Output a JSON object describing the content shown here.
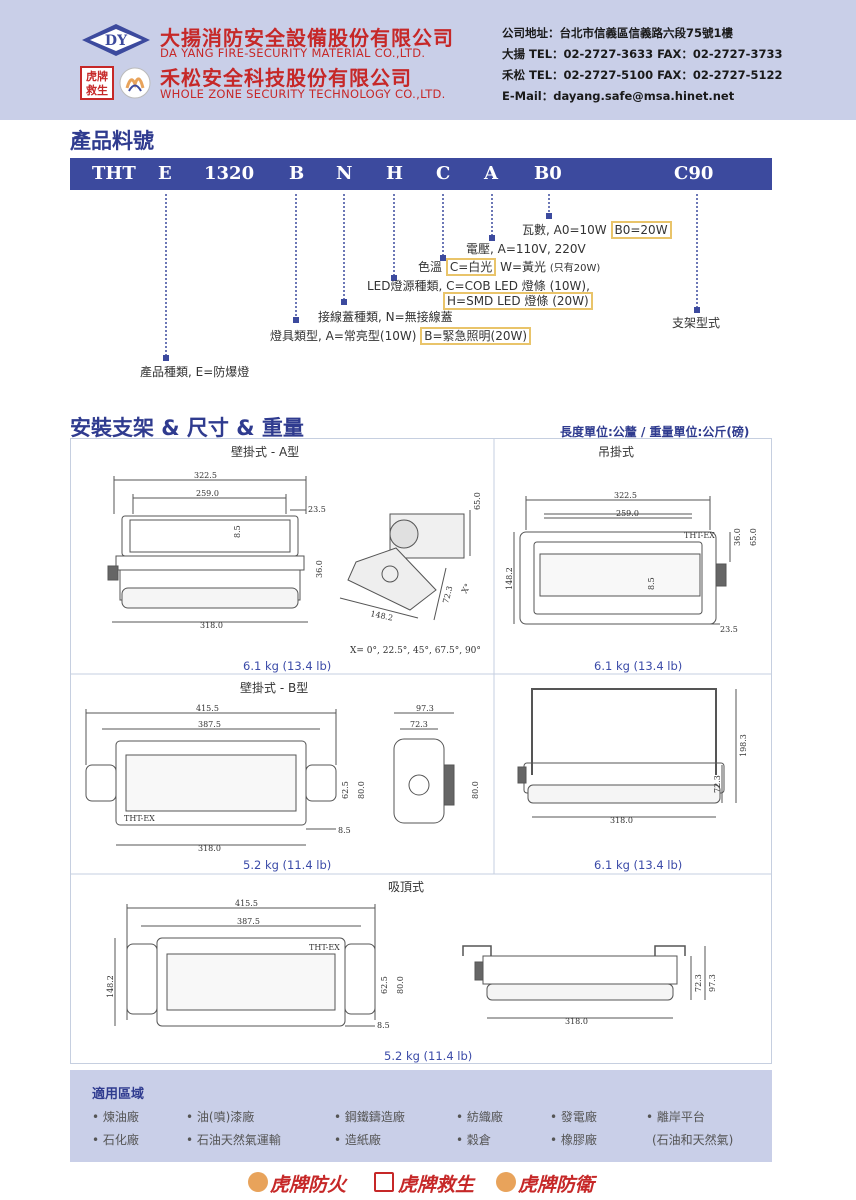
{
  "header": {
    "company1_cn": "大揚消防安全設備股份有限公司",
    "company1_en": "DA YANG FIRE-SECURITY MATERIAL CO.,LTD.",
    "company2_cn": "禾松安全科技股份有限公司",
    "company2_en": "WHOLE ZONE SECURITY TECHNOLOGY CO.,LTD.",
    "logo_dy_text": "DY",
    "logo_tiger_text": "虎牌救生",
    "address": "公司地址：台北市信義區信義路六段75號1樓",
    "tel1": "大揚 TEL：02-2727-3633 FAX：02-2727-3733",
    "tel2": "禾松 TEL：02-2727-5100 FAX：02-2727-5122",
    "email": "E-Mail：dayang.safe@msa.hinet.net"
  },
  "part_number": {
    "title": "產品料號",
    "codes": [
      "THT",
      "E",
      "1320",
      "B",
      "N",
      "H",
      "C",
      "A",
      "B0",
      "C90"
    ],
    "labels": {
      "wattage": "瓦數, A0=10W",
      "wattage_hl": "B0=20W",
      "voltage": "電壓, A=110V, 220V",
      "color_pre": "色溫",
      "color_hl": "C=白光",
      "color_post": "W=黃光",
      "color_note": "(只有20W)",
      "led_source": "LED燈源種類, C=COB LED 燈條 (10W),",
      "led_source_hl": "H=SMD LED 燈條 (20W)",
      "junction": "接線蓋種類, N=無接線蓋",
      "lamp_type": "燈具類型, A=常亮型(10W)",
      "lamp_type_hl": "B=緊急照明(20W)",
      "bracket": "支架型式",
      "product": "產品種類, E=防爆燈"
    }
  },
  "dimensions": {
    "title": "安裝支架 & 尺寸 & 重量",
    "units": "長度單位:公釐 / 重量單位:公斤(磅)",
    "panels": {
      "wall_a": {
        "caption": "壁掛式 - A型",
        "weight": "6.1 kg (13.4 lb)",
        "angle_note": "X= 0°, 22.5°, 45°, 67.5°, 90°"
      },
      "hanging": {
        "caption": "吊掛式",
        "weight": "6.1 kg (13.4 lb)"
      },
      "wall_b": {
        "caption": "壁掛式 - B型",
        "weight": "5.2 kg (11.4 lb)"
      },
      "ceiling": {
        "caption": "吸頂式",
        "weight": "5.2 kg (11.4 lb)"
      }
    },
    "dims": {
      "d322": "322.5",
      "d259": "259.0",
      "d23": "23.5",
      "d65": "65.0",
      "d85": "8.5",
      "d36": "36.0",
      "d318": "318.0",
      "d148": "148.2",
      "d723": "72.3",
      "dX": "X°",
      "d415": "415.5",
      "d387": "387.5",
      "d625": "62.5",
      "d80": "80.0",
      "d973": "97.3",
      "d1983": "198.3",
      "logo": "THT-EX"
    }
  },
  "applications": {
    "title": "適用區域",
    "col1": [
      "• 煉油廠",
      "• 石化廠"
    ],
    "col2": [
      "• 油(噴)漆廠",
      "• 石油天然氣運輸"
    ],
    "col3": [
      "• 鋼鐵鑄造廠",
      "• 造紙廠"
    ],
    "col4": [
      "• 紡織廠",
      "• 穀倉"
    ],
    "col5": [
      "• 發電廠",
      "• 橡膠廠"
    ],
    "col6": [
      "• 離岸平台",
      "(石油和天然氣)"
    ]
  },
  "footer": {
    "brand1": "虎牌防火",
    "brand2": "虎牌救生",
    "brand3": "虎牌防衛"
  },
  "colors": {
    "accent": "#3c4a9e",
    "brand_red": "#c62828",
    "header_bg": "#c9cfe8",
    "highlight": "#e9c46a"
  }
}
